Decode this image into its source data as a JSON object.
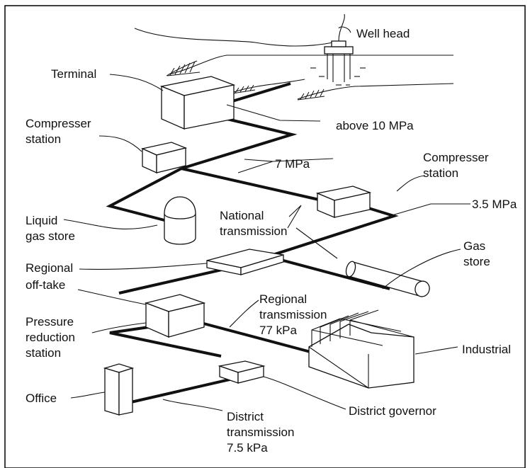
{
  "labels": {
    "well_head": "Well head",
    "terminal": "Terminal",
    "above_10": "above 10 MPa",
    "compresser_1a": "Compresser",
    "compresser_1b": "station",
    "mpa_7": "7 MPa",
    "compresser_2a": "Compresser",
    "compresser_2b": "station",
    "mpa_35": "3.5 MPa",
    "national_a": "National",
    "national_b": "transmission",
    "liquid_a": "Liquid",
    "liquid_b": "gas store",
    "gas_store_a": "Gas",
    "gas_store_b": "store",
    "regional_offtake_a": "Regional",
    "regional_offtake_b": "off-take",
    "regional_trans_a": "Regional",
    "regional_trans_b": "transmission",
    "regional_trans_c": "77 kPa",
    "pressure_a": "Pressure",
    "pressure_b": "reduction",
    "pressure_c": "station",
    "industrial": "Industrial",
    "office": "Office",
    "district_governor": "District governor",
    "district_trans_a": "District",
    "district_trans_b": "transmission",
    "district_trans_c": "7.5 kPa"
  },
  "colors": {
    "ink": "#111111",
    "background": "#ffffff",
    "frame": "#000000"
  }
}
